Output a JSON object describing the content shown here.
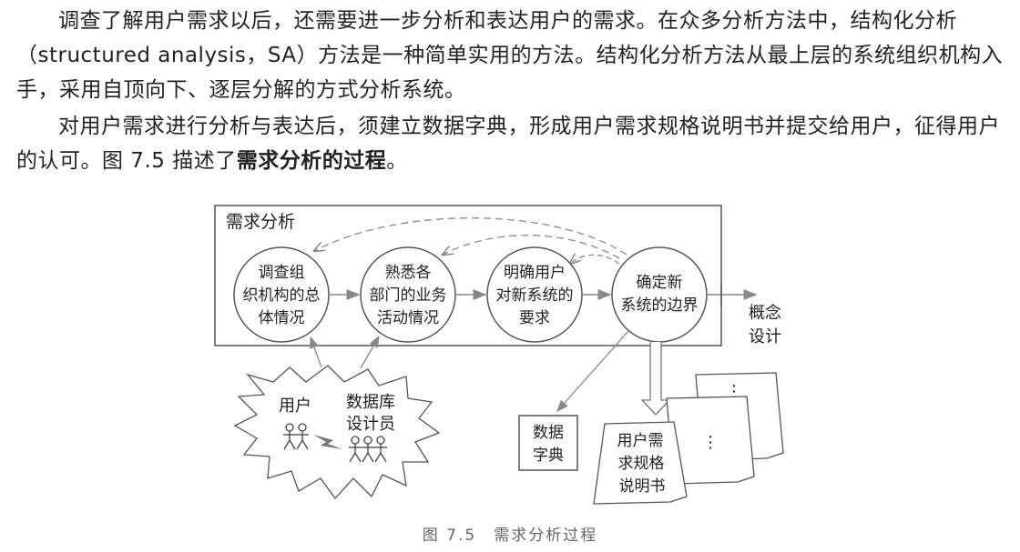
{
  "paragraph1": {
    "text": "调查了解用户需求以后，还需要进一步分析和表达用户的需求。在众多分析方法中，结构化分析（structured analysis，SA）方法是一种简单实用的方法。结构化分析方法从最上层的系统组织机构入手，采用自顶向下、逐层分解的方式分析系统。"
  },
  "paragraph2": {
    "text_before": "对用户需求进行分析与表达后，须建立数据字典，形成用户需求规格说明书并提交给用户，征得用户的认可。图 7.5 描述了",
    "emphasis": "需求分析的过程",
    "text_after": "。"
  },
  "diagram": {
    "frame_label": "需求分析",
    "step1": [
      "调查组",
      "织机构的总",
      "体情况"
    ],
    "step2": [
      "熟悉各",
      "部门的业务",
      "活动情况"
    ],
    "step3": [
      "明确用户",
      "对新系统的",
      "要求"
    ],
    "step4": [
      "确定新",
      "系统的边界"
    ],
    "output": [
      "概念",
      "设计"
    ],
    "user_label": "用户",
    "designer_label": [
      "数据库",
      "设计员"
    ],
    "dictionary": [
      "数据",
      "字典"
    ],
    "spec_doc": [
      "用户需",
      "求规格",
      "说明书"
    ],
    "ellipsis": "⋮"
  },
  "caption": "图 7.5　需求分析过程"
}
